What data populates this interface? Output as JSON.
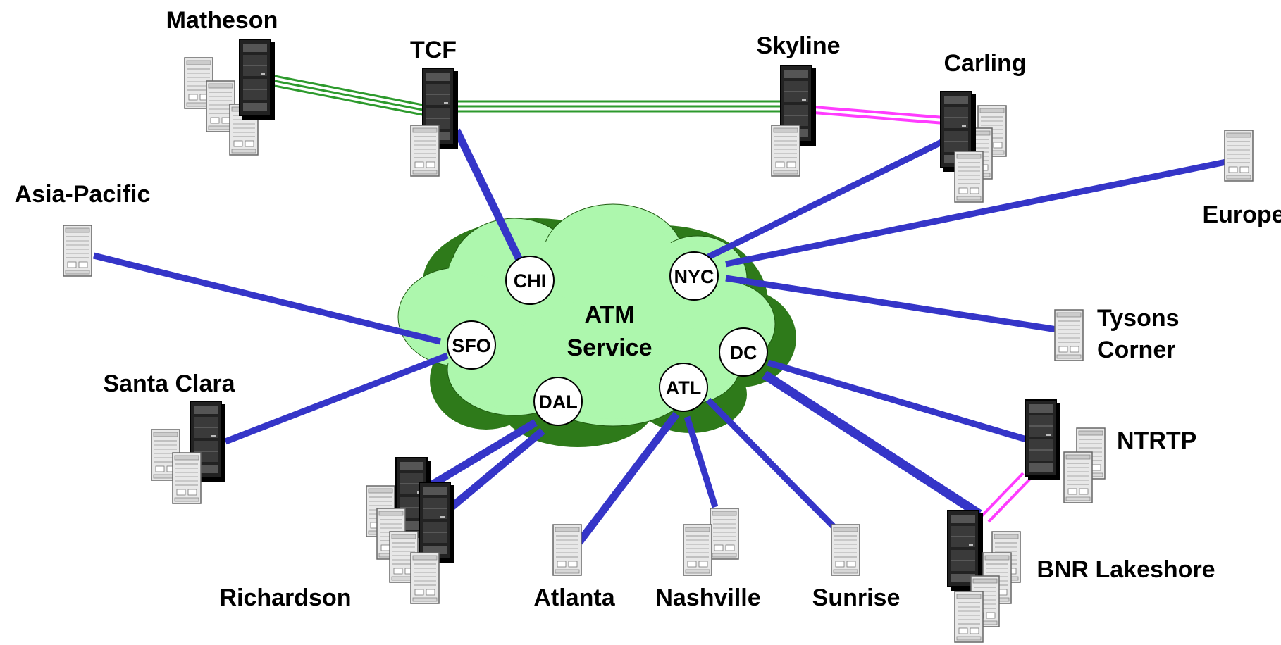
{
  "cloud": {
    "line1": "ATM",
    "line2": "Service",
    "fill": "#adf7ad",
    "shadow": "#2e7a1a"
  },
  "hubs": {
    "chi": "CHI",
    "nyc": "NYC",
    "sfo": "SFO",
    "dc": "DC",
    "dal": "DAL",
    "atl": "ATL"
  },
  "sites": {
    "matheson": "Matheson",
    "tcf": "TCF",
    "skyline": "Skyline",
    "carling": "Carling",
    "asia_pacific": "Asia-Pacific",
    "europe": "Europe",
    "tysons_l1": "Tysons",
    "tysons_l2": "Corner",
    "santa_clara": "Santa Clara",
    "ntrtp": "NTRTP",
    "richardson": "Richardson",
    "atlanta": "Atlanta",
    "nashville": "Nashville",
    "sunrise": "Sunrise",
    "bnr_lakeshore": "BNR Lakeshore"
  },
  "colors": {
    "atm_link": "#3535c8",
    "green_link": "#2d9a2d",
    "magenta_link": "#ff3cff",
    "server_dark": "#111111",
    "server_light": "#e8e8e8"
  },
  "icons": {
    "large_switch": "rack-switch-icon",
    "small_server": "server-chassis-icon"
  }
}
